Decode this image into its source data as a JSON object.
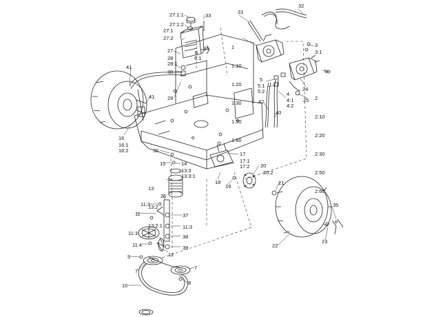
{
  "callouts": {
    "c27_1_1": "27:1:1",
    "c27_1_2": "27:1:2",
    "c27_1": "27:1",
    "c27_2": "27:2",
    "c27": "27",
    "c28": "28",
    "c28_1": "28:1",
    "c30a": "30",
    "c29": "29",
    "c33": "33",
    "c34": "34",
    "c6a": "6",
    "c6_1": "6:1",
    "c31": "31",
    "c32": "32",
    "c1group": [
      "1",
      "1:10",
      "1:20",
      "1:30",
      "1:50",
      "1:60"
    ],
    "c3": "3",
    "c3_1": "3:1",
    "c6b": "6",
    "c5": "5",
    "c5_1": "5:1",
    "c5_2": "5:2",
    "c24": "24",
    "c2group": [
      "2",
      "2:10",
      "2:20",
      "2:30",
      "2:50",
      "2:60"
    ],
    "c25": "25",
    "c4": "4",
    "c4_1": "4:1",
    "c4_2": "4:2",
    "c42": "42",
    "c40": "40",
    "c41a": "41",
    "c41b": "41",
    "c16": "16",
    "c16_1": "16:1",
    "c16_2": "16:2",
    "c30b": "30",
    "c15": "15",
    "c14": "14",
    "c13_3": "13:3",
    "c13_3_1": "13:3:1",
    "c13group": [
      "13",
      "13:2",
      "13:2:1"
    ],
    "c17": "17",
    "c17_1": "17:1",
    "c17_2": "17:2",
    "c20": "20",
    "c20_2": "20:2",
    "c18": "18",
    "c19": "19",
    "c21": "21",
    "c26": "26",
    "c11_3a": "11:3",
    "c37": "37",
    "c11": "11",
    "c11_3b": "11:3",
    "c11_1": "11:1",
    "c38": "38",
    "c11_4": "11:4",
    "c12": "12",
    "c39": "39",
    "c9": "9",
    "c7a": "7",
    "c7b": "7",
    "c10": "10",
    "c8": "8",
    "c22": "22",
    "c35": "35",
    "c23": "23"
  }
}
